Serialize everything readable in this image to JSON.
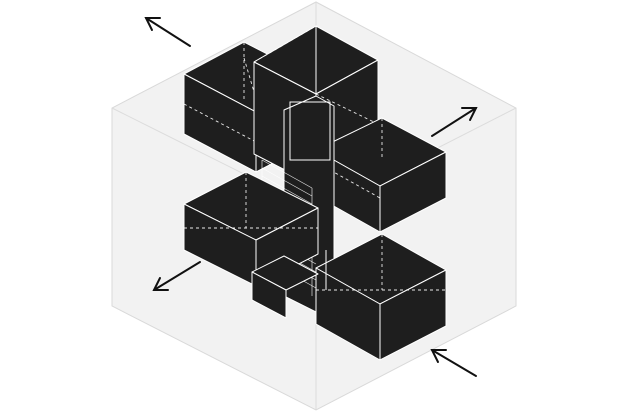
{
  "diagram": {
    "type": "isometric-massing-axonometric",
    "colors": {
      "background": "#ffffff",
      "envelope_fill": "#f2f2f2",
      "envelope_stroke": "#d9d9d9",
      "volume_fill": "#1e1e1e",
      "edge_line": "#ffffff",
      "arrow": "#111111"
    },
    "arrows": [
      {
        "name": "arrow-top-left",
        "direction": "outward"
      },
      {
        "name": "arrow-top-right",
        "direction": "outward"
      },
      {
        "name": "arrow-bottom-left",
        "direction": "outward"
      },
      {
        "name": "arrow-bottom-right",
        "direction": "inward"
      }
    ]
  }
}
